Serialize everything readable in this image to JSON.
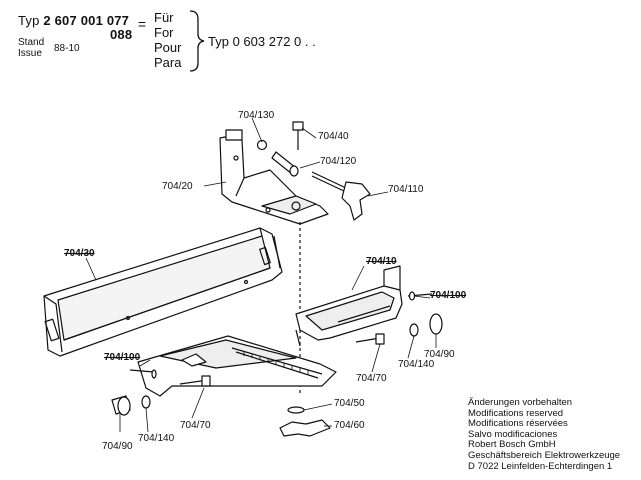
{
  "header": {
    "typ_label": "Typ",
    "typ_number_1": "2 607 001 077",
    "typ_number_2": "088",
    "equals": "=",
    "lang": [
      "Für",
      "For",
      "Pour",
      "Para"
    ],
    "ref_label": "Typ",
    "ref_number": "0 603 272 0 . .",
    "stand": "Stand",
    "issue": "Issue",
    "date": "88-10"
  },
  "parts": {
    "p130": "704/130",
    "p40": "704/40",
    "p120": "704/120",
    "p20": "704/20",
    "p110": "704/110",
    "p30": "704/30",
    "p10": "704/10",
    "p100a": "704/100",
    "p100b": "704/100",
    "p90a": "704/90",
    "p140a": "704/140",
    "p70a": "704/70",
    "p50": "704/50",
    "p60": "704/60",
    "p70b": "704/70",
    "p140b": "704/140",
    "p90b": "704/90"
  },
  "footer": {
    "lines": [
      "Änderungen vorbehalten",
      "Modifications reserved",
      "Modifications réservées",
      "Salvo modificaciones",
      "Robert Bosch GmbH",
      "Geschäftsbereich Elektrowerkzeuge",
      "D 7022 Leinfelden-Echterdingen 1"
    ]
  }
}
